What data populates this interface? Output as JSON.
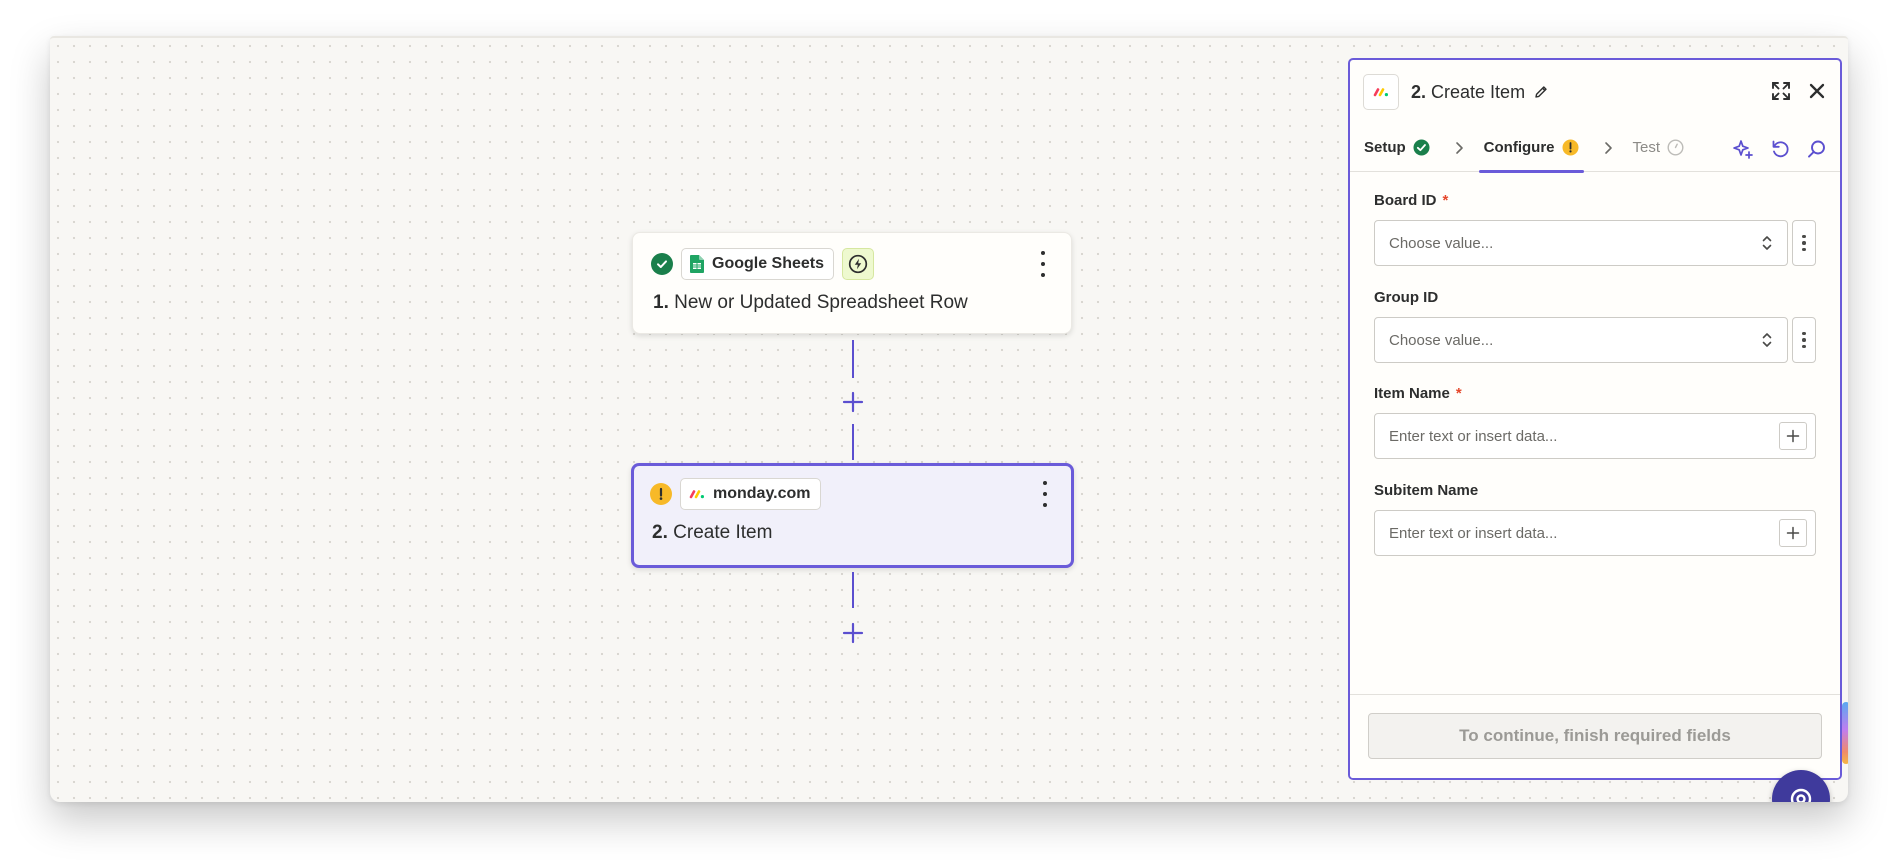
{
  "canvas": {
    "trigger_step": {
      "app_name": "Google Sheets",
      "step_number": "1.",
      "title": "New or Updated Spreadsheet Row",
      "status": "complete",
      "icon": "google-sheets-icon"
    },
    "action_step": {
      "app_name": "monday.com",
      "step_number": "2.",
      "title": "Create Item",
      "status": "warning",
      "icon": "monday-icon"
    }
  },
  "panel": {
    "step_number": "2.",
    "title": "Create Item",
    "tabs": [
      {
        "label": "Setup",
        "status": "complete"
      },
      {
        "label": "Configure",
        "status": "warning",
        "active": true
      },
      {
        "label": "Test",
        "status": "pending"
      }
    ],
    "fields": {
      "board_id": {
        "label": "Board ID",
        "required": "*",
        "placeholder": "Choose value..."
      },
      "group_id": {
        "label": "Group ID",
        "placeholder": "Choose value..."
      },
      "item_name": {
        "label": "Item Name",
        "required": "*",
        "placeholder": "Enter text or insert data..."
      },
      "subitem_name": {
        "label": "Subitem Name",
        "placeholder": "Enter text or insert data..."
      }
    },
    "continue_label": "To continue, finish required fields"
  },
  "colors": {
    "accent": "#6a5bd9",
    "success": "#1a7f4b",
    "warning": "#f7b928",
    "required": "#e5472b"
  }
}
